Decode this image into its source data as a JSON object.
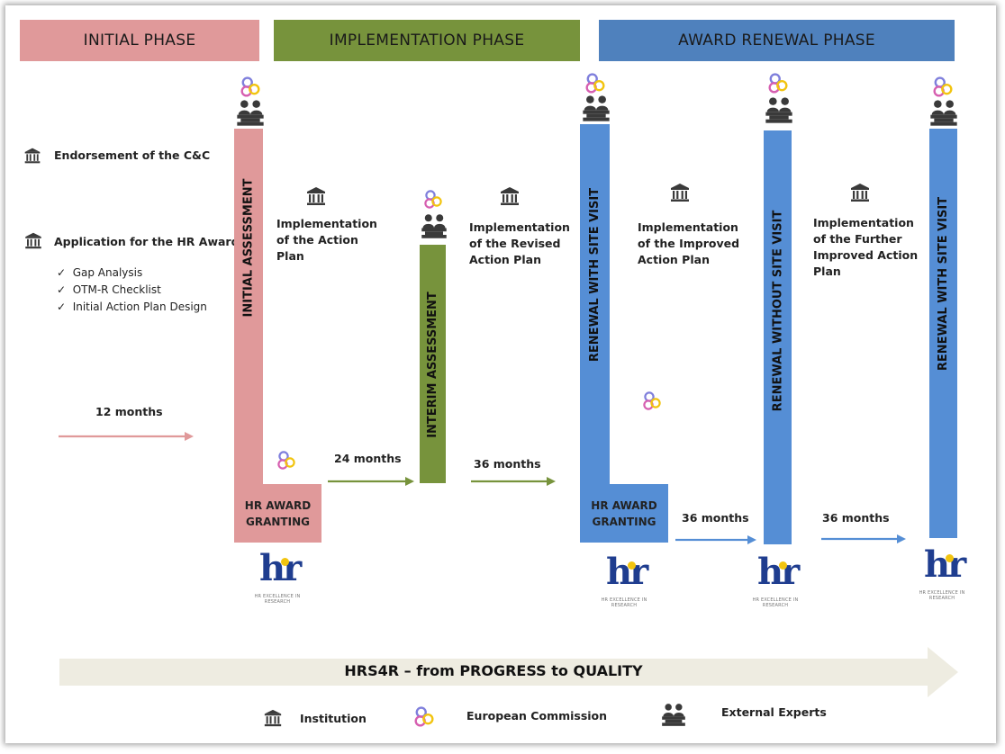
{
  "phases": {
    "initial": {
      "label": "INITIAL PHASE",
      "color": "#e0999a"
    },
    "implementation": {
      "label": "IMPLEMENTATION PHASE",
      "color": "#77933c"
    },
    "renewal": {
      "label": "AWARD RENEWAL PHASE",
      "color": "#4f81bd"
    }
  },
  "left": {
    "endorsement": "Endorsement of the C&C",
    "application": "Application for the HR Award:",
    "checklist": [
      "Gap Analysis",
      "OTM-R Checklist",
      "Initial Action Plan Design"
    ],
    "months": "12 months"
  },
  "columns": {
    "initial_assessment": "INITIAL ASSESSMENT",
    "interim_assessment": "INTERIM ASSESSMENT",
    "renewal_site_visit_1": "RENEWAL WITH SITE VISIT",
    "renewal_without_site_visit": "RENEWAL WITHOUT SITE VISIT",
    "renewal_site_visit_2": "RENEWAL WITH SITE VISIT"
  },
  "granting": {
    "first": [
      "HR AWARD",
      "GRANTING"
    ],
    "second": [
      "HR AWARD",
      "GRANTING"
    ]
  },
  "steps": {
    "impl_action_plan": [
      "Implementation",
      "of the Action",
      "Plan"
    ],
    "impl_revised": [
      "Implementation",
      "of the Revised",
      "Action Plan"
    ],
    "impl_improved": [
      "Implementation",
      "of the Improved",
      "Action Plan"
    ],
    "impl_further": [
      "Implementation",
      "of the Further",
      "Improved Action",
      "Plan"
    ]
  },
  "durations": {
    "d1": "24 months",
    "d2": "36 months",
    "d3": "36 months",
    "d4": "36 months"
  },
  "logo": {
    "text": "hr",
    "subtitle": "HR EXCELLENCE IN RESEARCH"
  },
  "banner": {
    "text": "HRS4R – from PROGRESS to QUALITY",
    "color": "#eeece1"
  },
  "legend": {
    "institution": "Institution",
    "commission": "European Commission",
    "experts": "External Experts"
  },
  "icons": {
    "institution": "institution-building-icon",
    "commission": "european-commission-rings-icon",
    "experts": "external-experts-icon"
  },
  "colors": {
    "pink": "#e0999a",
    "green": "#77933c",
    "blue": "#558ed5",
    "pink_arrow": "#e0999a",
    "green_arrow": "#77933c",
    "blue_arrow": "#558ed5"
  }
}
